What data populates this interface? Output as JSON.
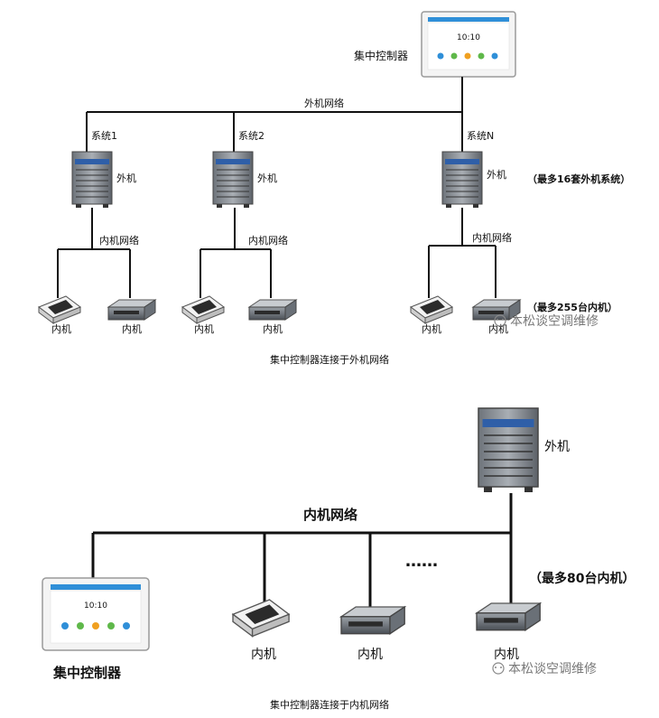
{
  "top": {
    "controller_label": "集中控制器",
    "controller_time": "10:10",
    "outdoor_network_label": "外机网络",
    "systems": [
      {
        "label": "系统1",
        "outdoor_label": "外机",
        "indoor_network_label": "内机网络",
        "indoor_units": [
          "内机",
          "内机"
        ]
      },
      {
        "label": "系统2",
        "outdoor_label": "外机",
        "indoor_network_label": "内机网络",
        "indoor_units": [
          "内机",
          "内机"
        ]
      },
      {
        "label": "系统N",
        "outdoor_label": "外机",
        "indoor_network_label": "内机网络",
        "indoor_units": [
          "内机",
          "内机"
        ]
      }
    ],
    "max_outdoor_note": "（最多16套外机系统）",
    "max_indoor_note": "（最多255台内机）",
    "caption": "集中控制器连接于外机网络"
  },
  "bottom": {
    "outdoor_label": "外机",
    "indoor_network_label": "内机网络",
    "controller_label": "集中控制器",
    "controller_time": "10:10",
    "indoor_units": [
      "内机",
      "内机",
      "内机"
    ],
    "ellipsis": "……",
    "max_indoor_note": "（最多80台内机）",
    "caption": "集中控制器连接于内机网络"
  },
  "watermark": "本松谈空调维修",
  "colors": {
    "line": "#111111",
    "screen_blue": "#2f8fd8",
    "unit_gray": "#8a8f96"
  }
}
